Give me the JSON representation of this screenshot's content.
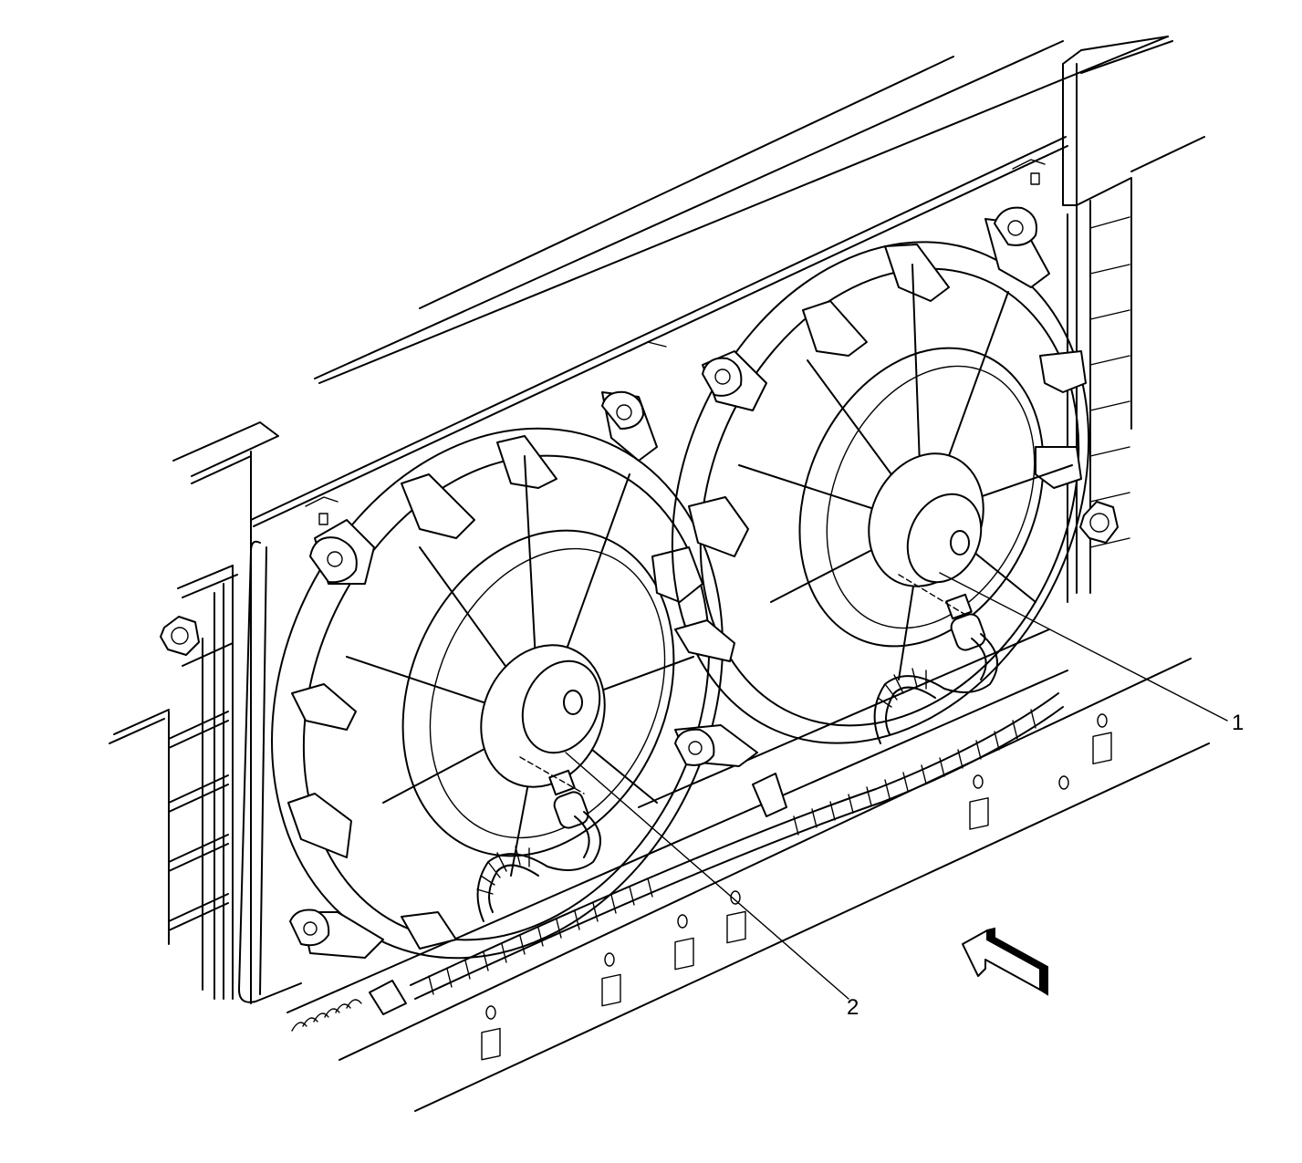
{
  "callouts": [
    {
      "id": "1",
      "label": "1"
    },
    {
      "id": "2",
      "label": "2"
    }
  ],
  "icons": {
    "direction_arrow": "view-direction-arrow-icon",
    "nut": "hex-nut-icon"
  },
  "colors": {
    "line": "#000000",
    "background": "#ffffff"
  }
}
